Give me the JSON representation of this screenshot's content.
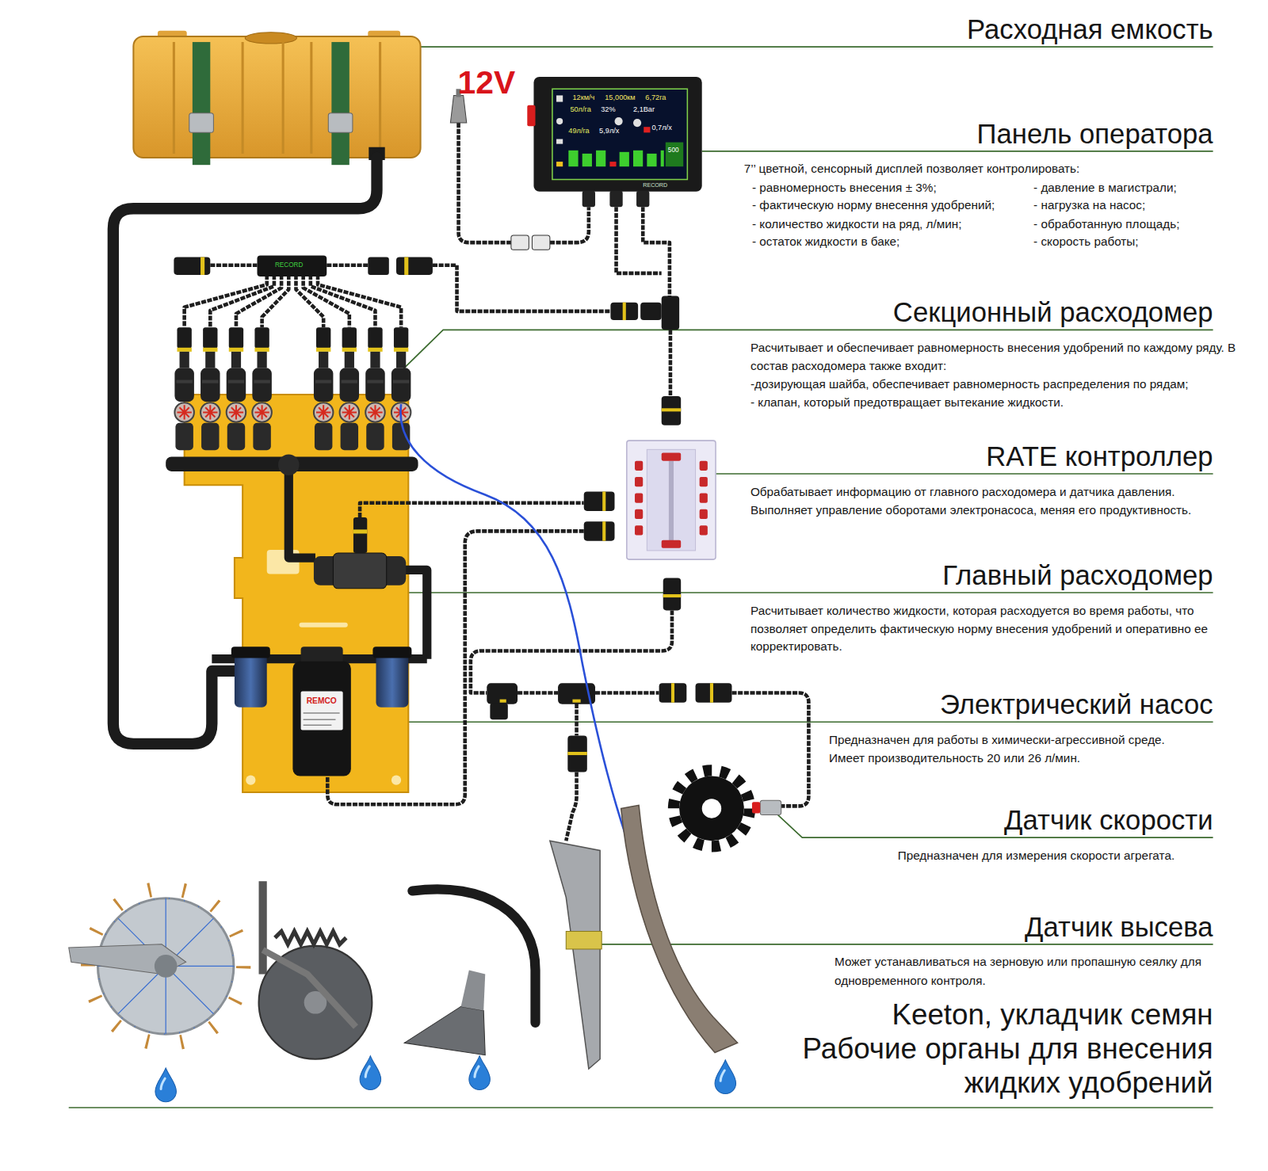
{
  "diagram": {
    "nodes": [
      {
        "text": [
          "Расходная емкость"
        ]
      },
      {
        "text": [
          "Панель оператора",
          "7’’ цветной, сенсорный дисплей позволяет контролировать:",
          "- равномерность внесения ± 3%;",
          "- давление в магистрали;",
          "- фактическую норму внесення удобрений;",
          "- нагрузка на насос;",
          "- количество жидкости на ряд, л/мин;",
          "- обработанную площадь;",
          "- остаток жидкости в баке;",
          "- скорость работы;"
        ]
      },
      {
        "text": [
          "Секционный расходомер",
          "Расчитывает и обеспечивает равномерность внесения удобрений по каждому ряду. В состав расходомера также входит:",
          "-дозирующая шайба, обеспечивает равномерность распределения по рядам;",
          "- клапан, который предотвращает вытекание жидкости."
        ]
      },
      {
        "text": [
          "RATE контроллер",
          "Обрабатывает информацию от главного расходомера и датчика давления.",
          "Выполняет управление оборотами электронасоса, меняя его продуктивность."
        ]
      },
      {
        "text": [
          "Главный расходомер",
          "Расчитывает количество жидкости, которая расходуется во время работы, что позволяет определить фактическую норму внесения удобрений и оперативно ее корректировать."
        ]
      },
      {
        "text": [
          "Электрический насос",
          "Предназначен для работы в химически-агрессивной среде.",
          "Имеет производительность 20 или 26 л/мин."
        ]
      },
      {
        "text": [
          "Датчик скорости",
          "Предназначен для измерения скорости агрегата."
        ]
      },
      {
        "text": [
          "Датчик высева",
          "Может устанавливаться на зерновую или пропашную сеялку для одновременного контроля."
        ]
      },
      {
        "text": [
          "Keeton, укладчик семян",
          "Рабочие органы для внесения жидких удобрений"
        ]
      }
    ],
    "labels": [
      "12V",
      "12км/ч",
      "15,000км",
      "6,72га",
      "50л/га",
      "32%",
      "2,1Bar",
      "49л/га",
      "5,9л/х",
      "0,7л/х",
      "500",
      "RECORD",
      "RECORD",
      "REMCO"
    ]
  }
}
